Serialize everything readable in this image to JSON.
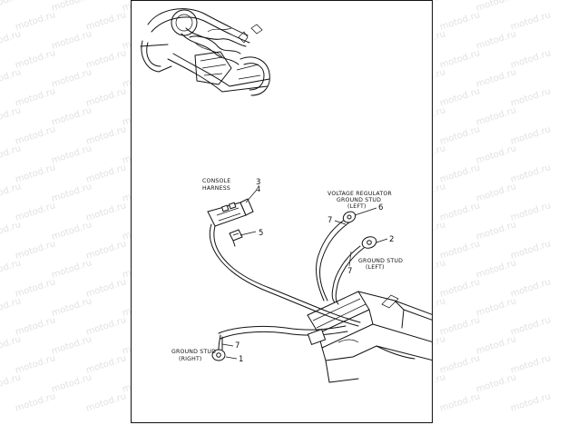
{
  "watermark": {
    "text": "motod.ru",
    "color": "#bdbdbd"
  },
  "labels": {
    "console_harness_line1": "CONSOLE",
    "console_harness_line2": "HARNESS",
    "vr_line1": "VOLTAGE REGULATOR",
    "vr_line2": "GROUND STUD",
    "vr_line3": "(LEFT)",
    "gs_left_line1": "GROUND STUD",
    "gs_left_line2": "(LEFT)",
    "gs_right_line1": "GROUND STUD",
    "gs_right_line2": "(RIGHT)"
  },
  "callouts": {
    "n3": "3",
    "n4": "4",
    "n5": "5",
    "n6": "6",
    "n7a": "7",
    "n2": "2",
    "n7b": "7",
    "n7c": "7",
    "n1": "1"
  }
}
